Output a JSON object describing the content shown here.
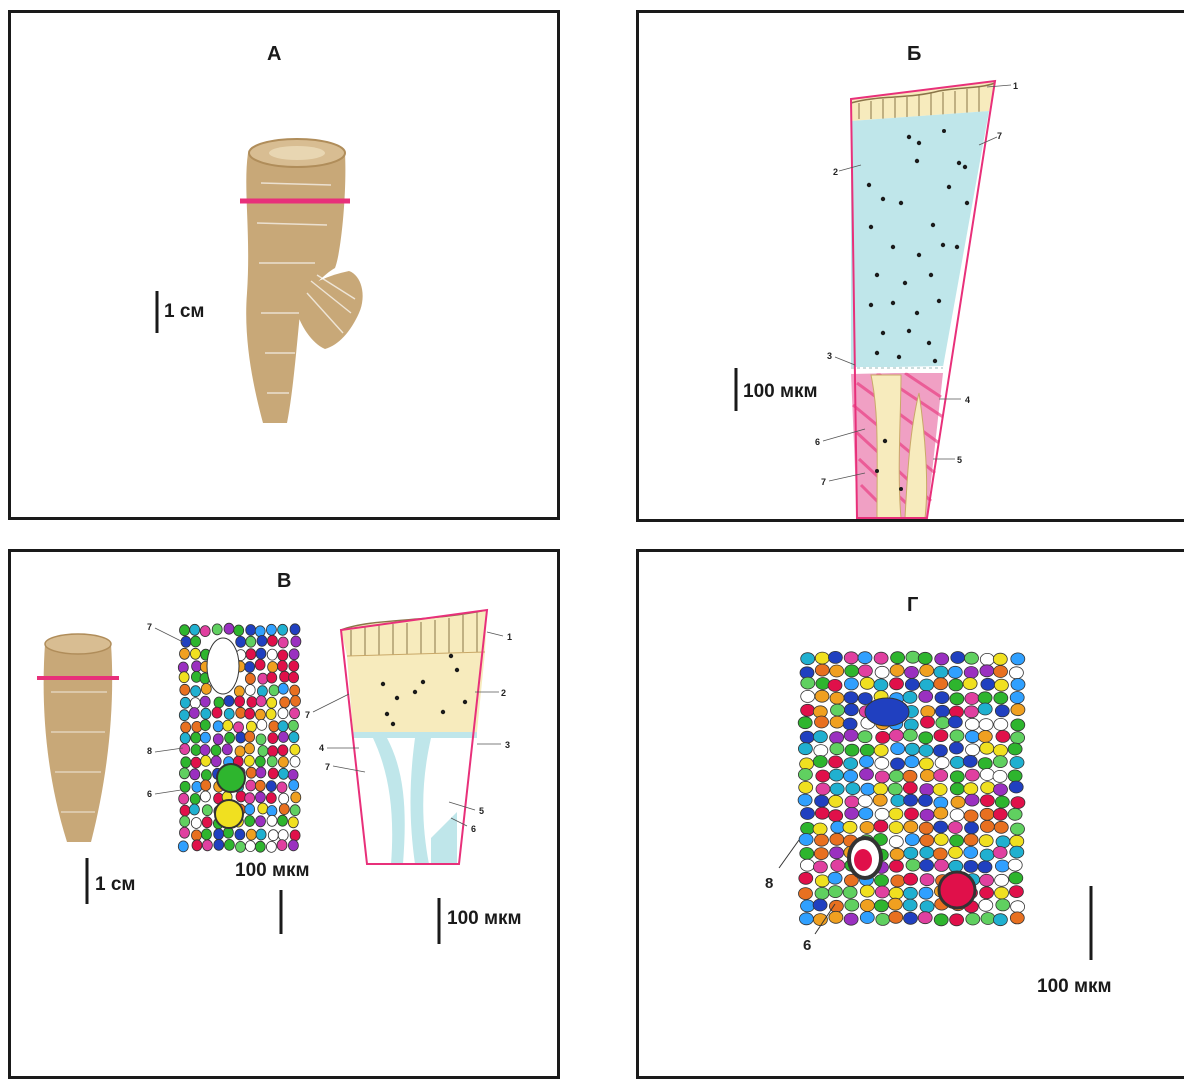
{
  "panels": {
    "a": {
      "title": "А",
      "scale": "1 см"
    },
    "b": {
      "title": "Б",
      "scale": "100 мкм",
      "labels": [
        "1",
        "2",
        "7",
        "3",
        "4",
        "6",
        "5",
        "7"
      ]
    },
    "v": {
      "title": "В",
      "scale_root": "1 см",
      "scale_section": "100 мкм",
      "scale_detail": "100 мкм",
      "labels_section": [
        "7",
        "8",
        "6"
      ],
      "labels_detail": [
        "1",
        "2",
        "7",
        "4",
        "3",
        "7",
        "5",
        "6"
      ]
    },
    "g": {
      "title": "Г",
      "scale": "100 мкм",
      "labels": [
        "8",
        "6"
      ]
    }
  },
  "colors": {
    "root_tan": "#c8a878",
    "cut_line": "#e8307a",
    "cortex_blue": "#bfe6ea",
    "cortex_cream": "#f7ebbd",
    "stele_pink": "#f080b0",
    "frame": "#1a1a1a"
  }
}
